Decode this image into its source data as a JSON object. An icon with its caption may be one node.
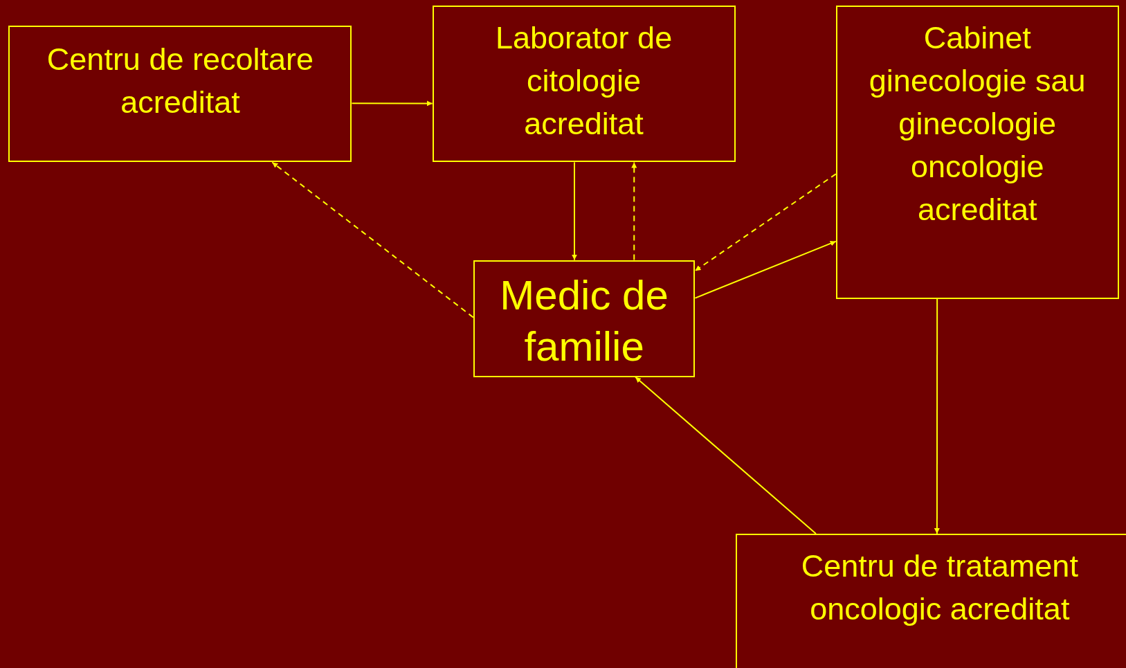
{
  "diagram": {
    "nodes": [
      {
        "text": [
          "Centru de recoltare acreditat"
        ]
      },
      {
        "text": [
          "Laborator de citologie acreditat"
        ]
      },
      {
        "text": [
          "Cabinet ginecologie sau ginecologie oncologie acreditat"
        ]
      },
      {
        "text": [
          "Medic de familie"
        ]
      },
      {
        "text": [
          "Centru de tratament oncologic acreditat"
        ]
      }
    ],
    "edges": [
      {
        "from": 0,
        "to": 1,
        "arrow": "to"
      },
      {
        "from": 1,
        "to": 3,
        "arrow": "to"
      },
      {
        "from": 3,
        "to": 1,
        "arrow": "to",
        "style": "dashed"
      },
      {
        "from": 3,
        "to": 0,
        "arrow": "to",
        "style": "dashed"
      },
      {
        "from": 2,
        "to": 3,
        "arrow": "to",
        "style": "dashed"
      },
      {
        "from": 3,
        "to": 2,
        "arrow": "to"
      },
      {
        "from": 2,
        "to": 4,
        "arrow": "to"
      },
      {
        "from": 4,
        "to": 3,
        "arrow": "to"
      }
    ]
  }
}
